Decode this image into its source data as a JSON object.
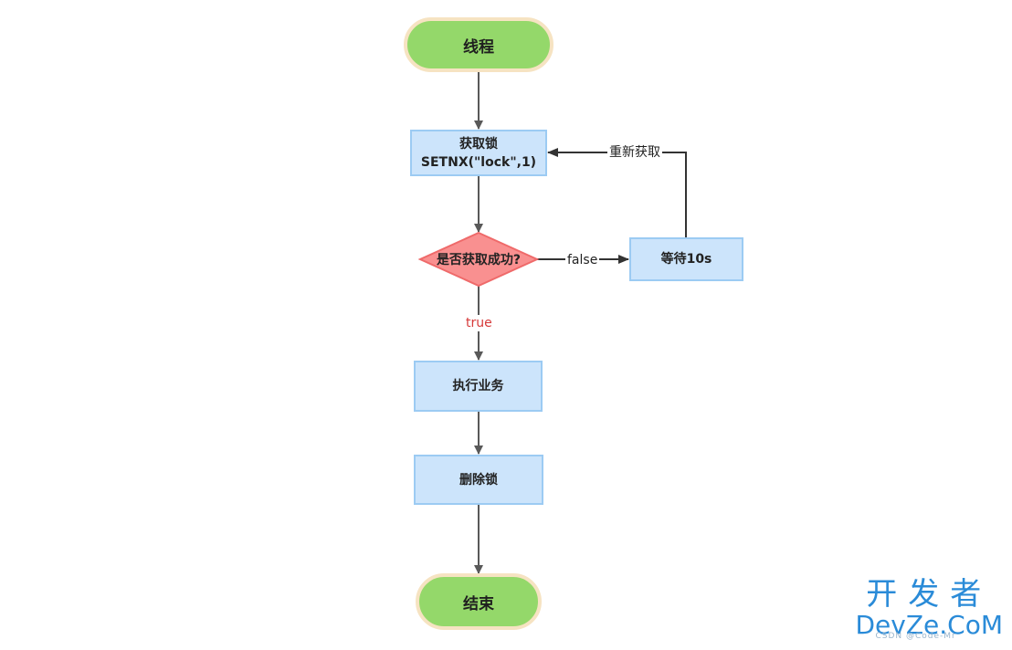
{
  "nodes": {
    "start": "线程",
    "acquire_line1": "获取锁",
    "acquire_line2": "SETNX(\"lock\",1)",
    "decision": "是否获取成功?",
    "wait": "等待10s",
    "execute": "执行业务",
    "delete": "删除锁",
    "end": "结束"
  },
  "edges": {
    "false_label": "false",
    "true_label": "true",
    "retry_label": "重新获取"
  },
  "watermark": {
    "chinese": "开发者",
    "english": "DevZe.CoM",
    "sub": "CSDN @Code-Mr"
  },
  "colors": {
    "terminal_fill": "#94d86a",
    "terminal_border": "#f6e3c2",
    "process_fill": "#cce4fb",
    "process_border": "#9ccbf3",
    "decision_fill": "#f99090",
    "decision_border": "#ef6a6a",
    "arrow": "#595959",
    "true_label": "#d63a3a",
    "watermark": "#2a8bd8"
  }
}
